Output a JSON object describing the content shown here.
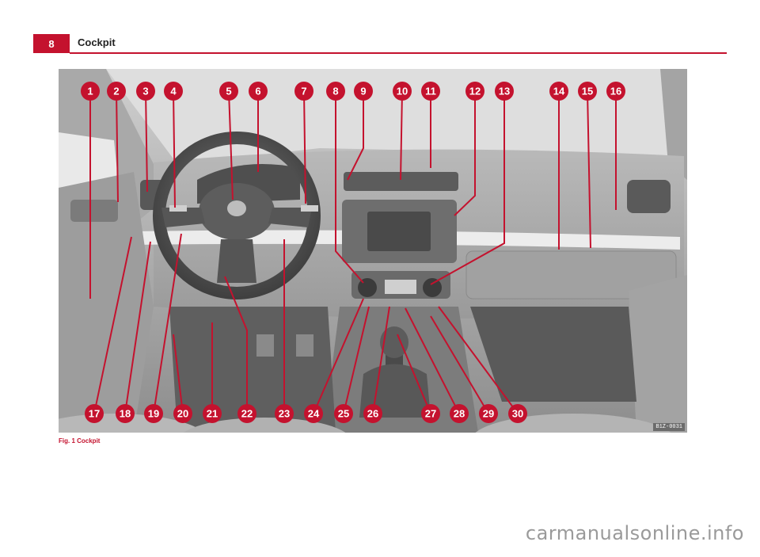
{
  "header": {
    "page_number": "8",
    "section_title": "Cockpit"
  },
  "figure": {
    "code": "B1Z-0031",
    "caption": "Fig. 1  Cockpit",
    "callouts_top": [
      "1",
      "2",
      "3",
      "4",
      "5",
      "6",
      "7",
      "8",
      "9",
      "10",
      "11",
      "12",
      "13",
      "14",
      "15",
      "16"
    ],
    "callouts_bottom": [
      "17",
      "18",
      "19",
      "20",
      "21",
      "22",
      "23",
      "24",
      "25",
      "26",
      "27",
      "28",
      "29",
      "30"
    ]
  },
  "watermark": "carmanualsonline.info",
  "colors": {
    "accent": "#c4122e",
    "callout": "#c4122e"
  }
}
